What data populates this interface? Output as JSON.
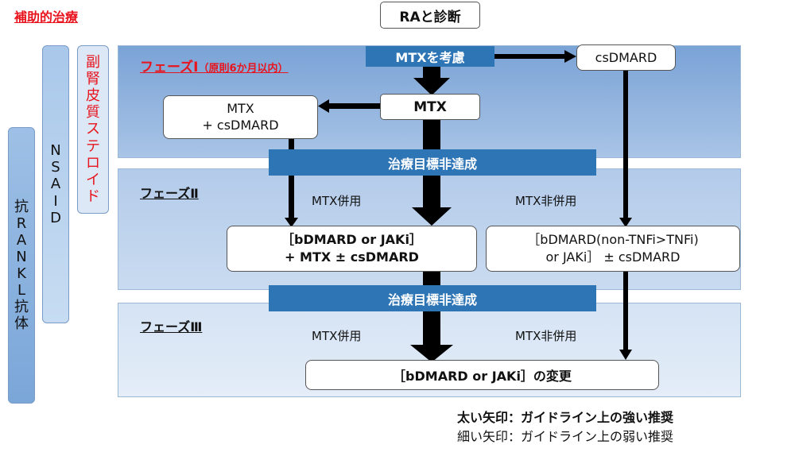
{
  "header": {
    "adjuvant": "補助的治療"
  },
  "top": {
    "ra_diagnosis": "RAと診断",
    "consider_mtx": "MTXを考慮"
  },
  "phase1": {
    "label": "フェーズⅠ",
    "sublabel": "（原則6か月以内）",
    "mtx": "MTX",
    "mtx_combo_line1": "MTX",
    "mtx_combo_line2": "+ csDMARD",
    "csdmard": "csDMARD"
  },
  "target_not_achieved_1": "治療目標非達成",
  "phase2": {
    "label": "フェーズⅡ",
    "mtx_combined": "MTX併用",
    "mtx_not_combined": "MTX非併用",
    "left_line1": "［bDMARD or JAKi］",
    "left_line2": "+ MTX ± csDMARD",
    "right_line1": "［bDMARD(non-TNFi>TNFi)",
    "right_line2": "or JAKi］ ± csDMARD"
  },
  "target_not_achieved_2": "治療目標非達成",
  "phase3": {
    "label": "フェーズⅢ",
    "mtx_combined": "MTX併用",
    "mtx_not_combined": "MTX非併用",
    "change": "［bDMARD or JAKi］の変更"
  },
  "side": {
    "steroid": [
      "副",
      "腎",
      "皮",
      "質",
      "ス",
      "テ",
      "ロ",
      "イ",
      "ド"
    ],
    "nsaid": [
      "N",
      "S",
      "A",
      "I",
      "D"
    ],
    "anti_rankl": [
      "抗",
      "R",
      "A",
      "N",
      "K",
      "L",
      "抗",
      "体"
    ]
  },
  "legend": {
    "thick": "太い矢印：ガイドライン上の強い推奨",
    "thin": "細い矢印：ガイドライン上の弱い推奨"
  },
  "colors": {
    "phase1_band": "#8fb0dc",
    "phase2_band": "#bed2ea",
    "phase3_band": "#dde8f5",
    "bar": "#2e75b6",
    "red": "#e8141e"
  }
}
